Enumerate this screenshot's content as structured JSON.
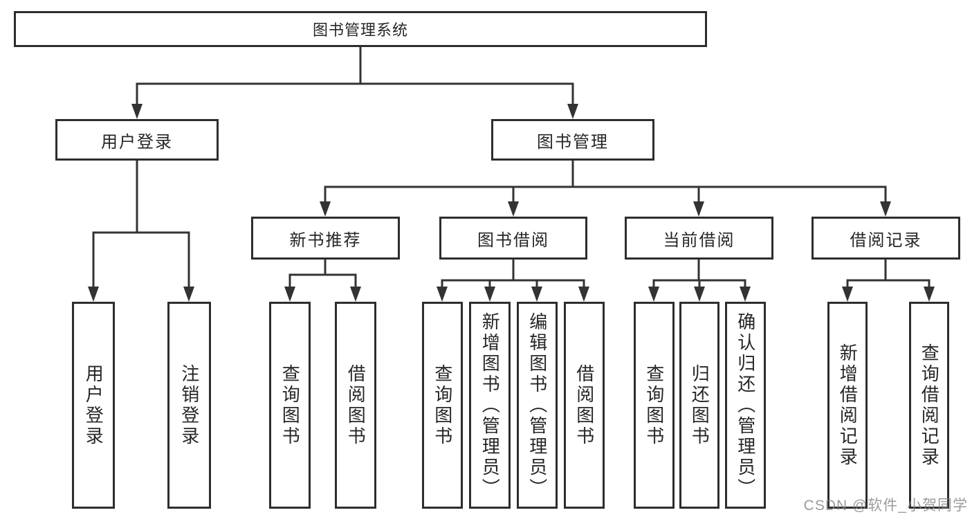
{
  "diagram_type": "tree-hierarchy",
  "hierarchy": {
    "label": "图书管理系统",
    "children": [
      {
        "label": "用户登录",
        "children": [
          {
            "label": "用户登录"
          },
          {
            "label": "注销登录"
          }
        ]
      },
      {
        "label": "图书管理",
        "children": [
          {
            "label": "新书推荐",
            "children": [
              {
                "label": "查询图书"
              },
              {
                "label": "借阅图书"
              }
            ]
          },
          {
            "label": "图书借阅",
            "children": [
              {
                "label": "查询图书"
              },
              {
                "label": "新增图书（管理员）"
              },
              {
                "label": "编辑图书（管理员）"
              },
              {
                "label": "借阅图书"
              }
            ]
          },
          {
            "label": "当前借阅",
            "children": [
              {
                "label": "查询图书"
              },
              {
                "label": "归还图书"
              },
              {
                "label": "确认归还（管理员）"
              }
            ]
          },
          {
            "label": "借阅记录",
            "children": [
              {
                "label": "新增借阅记录"
              },
              {
                "label": "查询借阅记录"
              }
            ]
          }
        ]
      }
    ]
  },
  "watermark": {
    "text": "CSDN @软件_小贺同学"
  },
  "colors": {
    "line": "#333333",
    "box_border": "#2d2d2d",
    "text": "#262626",
    "watermark": "#828282",
    "background": "#ffffff"
  }
}
